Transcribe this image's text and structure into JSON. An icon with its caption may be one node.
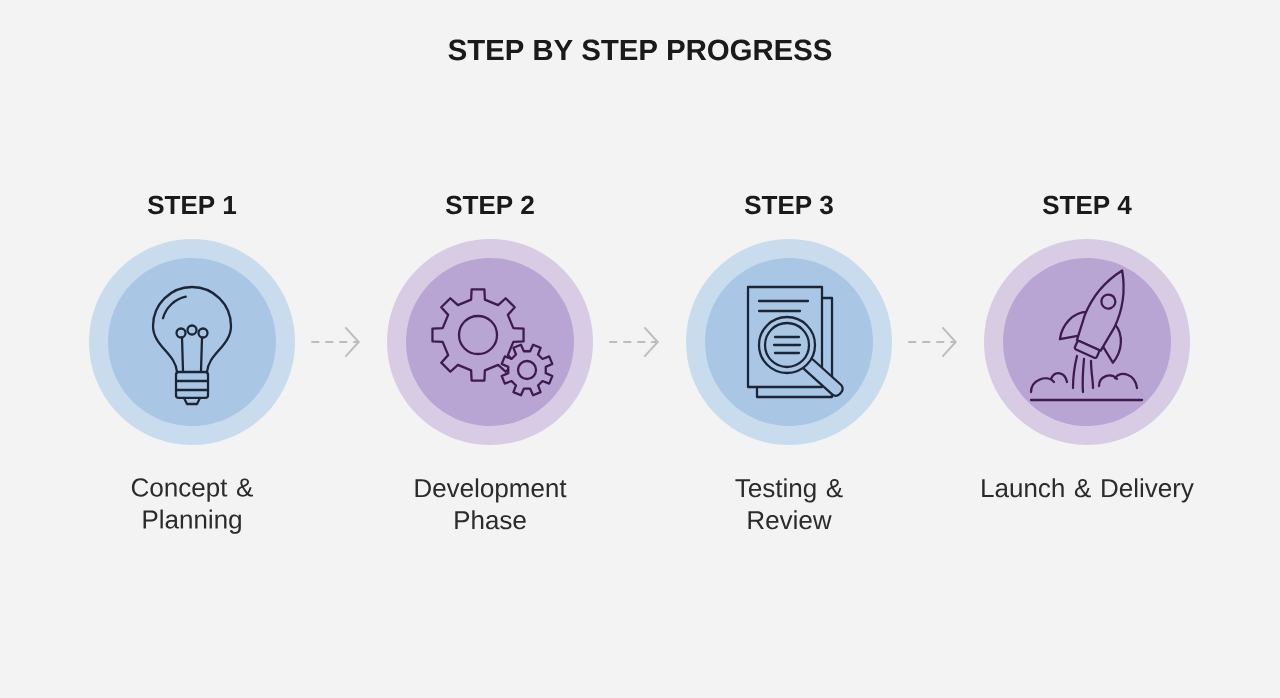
{
  "diagram": {
    "title": "STEP BY STEP PROGRESS",
    "nodes": [
      {
        "text": [
          "STEP 1"
        ],
        "beside": [
          "Concept & Planning"
        ]
      },
      {
        "text": [
          "STEP 2"
        ],
        "beside": [
          "Development Phase"
        ]
      },
      {
        "text": [
          "STEP 3"
        ],
        "beside": [
          "Testing & Review"
        ]
      },
      {
        "text": [
          "STEP 4"
        ],
        "beside": [
          "Launch & Delivery"
        ]
      }
    ],
    "edges": [
      {
        "from": 0,
        "to": 1,
        "arrow": "to",
        "style": "dashed"
      },
      {
        "from": 1,
        "to": 2,
        "arrow": "to",
        "style": "dashed"
      },
      {
        "from": 2,
        "to": 3,
        "arrow": "to",
        "style": "dashed"
      }
    ]
  }
}
